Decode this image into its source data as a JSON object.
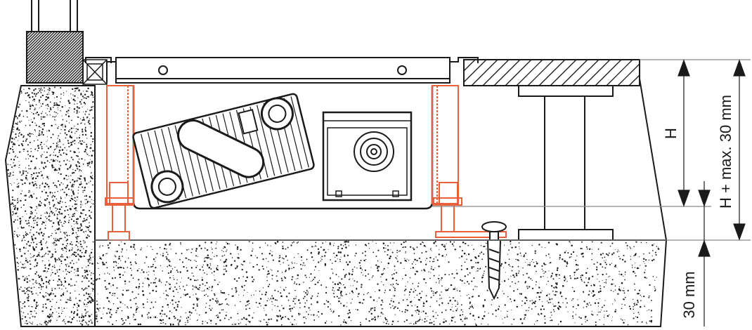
{
  "dimensions": {
    "h_label": "H",
    "h_plus_label": "H + max. 30 mm",
    "screed_label": "30 mm"
  },
  "colors": {
    "line": "#1a1a1a",
    "accent": "#e8603c",
    "dim": "#888888"
  }
}
